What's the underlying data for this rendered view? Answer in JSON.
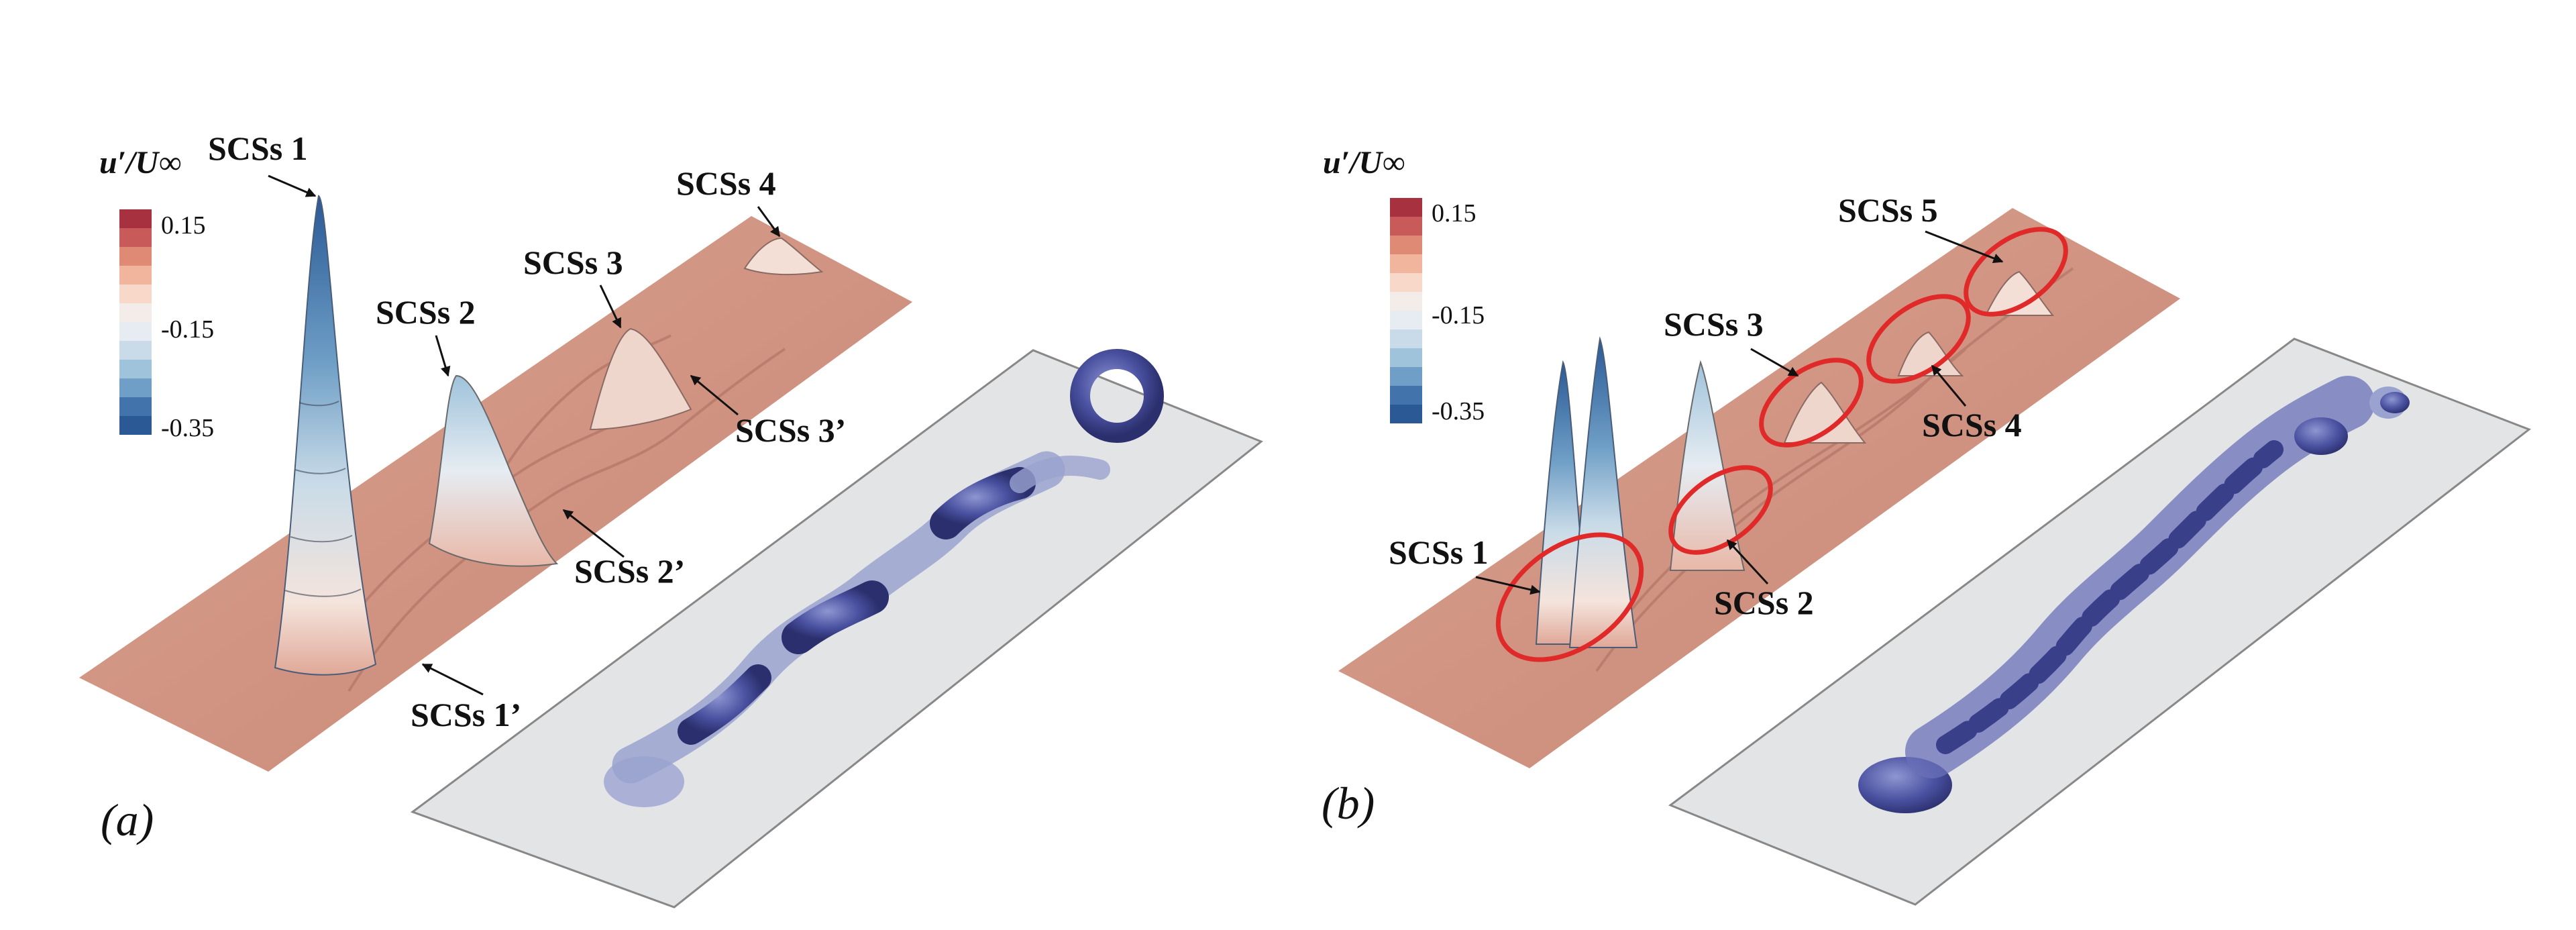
{
  "colorbar": {
    "title": "u′/U∞",
    "ticks": [
      "0.15",
      "-0.15",
      "-0.35"
    ],
    "colors": [
      "#a8313f",
      "#c95a5a",
      "#df8a74",
      "#f0b59c",
      "#f8d8c8",
      "#f4ece9",
      "#e6ecf2",
      "#c9dbe8",
      "#9fc3db",
      "#6f9fc6",
      "#4273ab",
      "#2a5996"
    ]
  },
  "panel_a": {
    "letter": "(a)",
    "labels": [
      "SCSs 1",
      "SCSs 2",
      "SCSs 3",
      "SCSs 4",
      "SCSs 3’",
      "SCSs 2’",
      "SCSs 1’"
    ]
  },
  "panel_b": {
    "letter": "(b)",
    "labels": [
      "SCSs 5",
      "SCSs 3",
      "SCSs 4",
      "SCSs 1",
      "SCSs 2"
    ]
  },
  "colors": {
    "surface": "#d89a88",
    "surface_light": "#e8b8a8",
    "grey_plane": "#e3e4e6",
    "vortex": "#4a51a0",
    "vortex_light": "#9aa3cf",
    "highlight": "#e02a2a"
  }
}
